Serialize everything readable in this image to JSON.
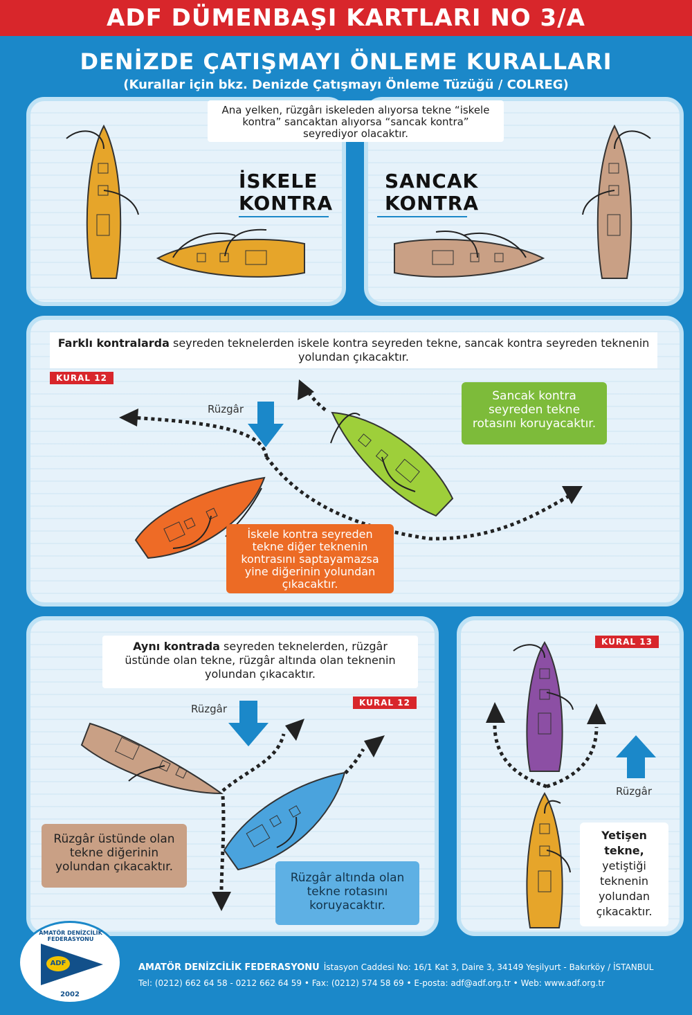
{
  "header": {
    "title": "ADF DÜMENBAŞI KARTLARI NO 3/A",
    "subtitle": "DENİZDE ÇATIŞMAYI ÖNLEME KURALLARI",
    "subtitle_note": "(Kurallar için bkz. Denizde Çatışmayı Önleme Tüzüğü / COLREG)"
  },
  "section1": {
    "intro": "Ana yelken, rüzgârı iskeleden alıyorsa tekne “iskele kontra” sancaktan alıyorsa “sancak kontra” seyrediyor olacaktır.",
    "port_label_line1": "İSKELE",
    "port_label_line2": "KONTRA",
    "starboard_label_line1": "SANCAK",
    "starboard_label_line2": "KONTRA"
  },
  "section2": {
    "note_bold": "Farklı kontralarda",
    "note_rest": " seyreden teknelerden iskele kontra seyreden tekne, sancak kontra seyreden teknenin yolundan çıkacaktır.",
    "rule": "KURAL 12",
    "wind": "Rüzgâr",
    "green_box": "Sancak kontra seyreden tekne rotasını koruyacaktır.",
    "orange_box": "İskele kontra seyreden tekne diğer teknenin kontrasını saptayamazsa yine diğerinin yolundan çıkacaktır."
  },
  "section3": {
    "note_bold": "Aynı kontrada",
    "note_rest": " seyreden teknelerden, rüzgâr üstünde olan tekne, rüzgâr altında olan teknenin yolundan çıkacaktır.",
    "rule": "KURAL 12",
    "wind": "Rüzgâr",
    "tan_box": "Rüzgâr üstünde olan tekne diğerinin yolundan çıkacaktır.",
    "blue_box": "Rüzgâr altında olan tekne rotasını koruyacaktır."
  },
  "section4": {
    "rule": "KURAL 13",
    "wind": "Rüzgâr",
    "note_bold": "Yetişen tekne,",
    "note_rest": "yetiştiği teknenin yolundan çıkacaktır."
  },
  "footer": {
    "org": "AMATÖR DENİZCİLİK FEDERASYONU",
    "address": "İstasyon Caddesi No: 16/1 Kat 3, Daire 3, 34149 Yeşilyurt - Bakırköy / İSTANBUL",
    "contact": "Tel: (0212) 662 64 58 - 0212 662 64 59 • Fax: (0212) 574 58 69 • E-posta: adf@adf.org.tr • Web: www.adf.org.tr",
    "logo_ring": "AMATÖR DENİZCİLİK FEDERASYONU",
    "logo_flag": "ADF",
    "logo_year": "2002"
  },
  "colors": {
    "background": "#1b88c9",
    "red": "#d8262b",
    "boat_yellow": "#e6a52a",
    "boat_tan": "#c9a085",
    "boat_green": "#9ecf3a",
    "boat_orange": "#ee6b26",
    "boat_blue": "#4aa3dd",
    "boat_purple": "#8c4fa4"
  }
}
